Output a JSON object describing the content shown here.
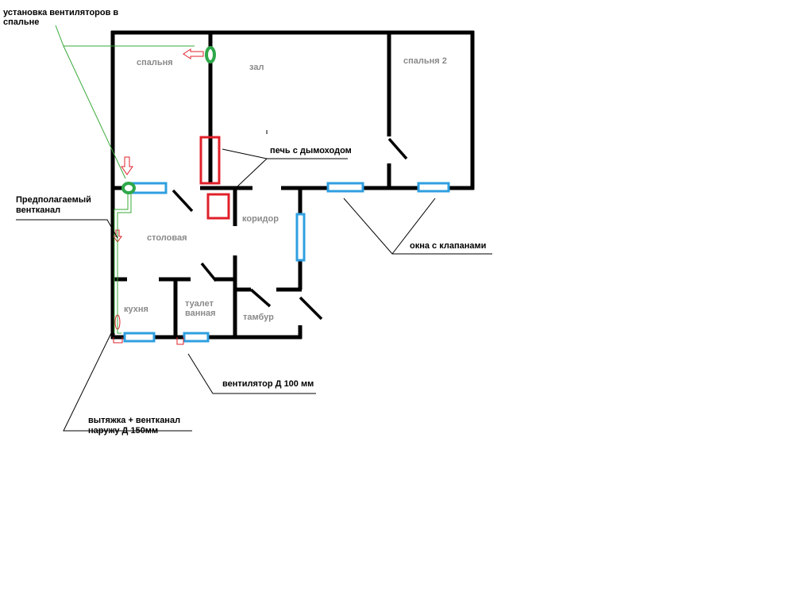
{
  "rooms": {
    "bedroom": "спальня",
    "hall": "зал",
    "bedroom2": "спальня 2",
    "corridor": "коридор",
    "dining": "столовая",
    "kitchen": "кухня",
    "toilet": "туалет",
    "bathroom": "ванная",
    "vestibule": "тамбур"
  },
  "notes": {
    "fans_bedroom_1": "установка вентиляторов в",
    "fans_bedroom_2": "спальне",
    "duct_1": "Предполагаемый",
    "duct_2": "вентканал",
    "stove": "печь с дымоходом",
    "windows": "окна с клапанами",
    "fan100": "вентилятор Д 100 мм",
    "hood_1": "вытяжка + вентканал",
    "hood_2": "наружу Д 150мм"
  },
  "colors": {
    "walls": "#000000",
    "windows": "#2f9fe0",
    "stove": "#e0202a",
    "fans": "#2fa84a",
    "duct_path": "#3aa83a",
    "room_text": "#8a8a8a"
  }
}
